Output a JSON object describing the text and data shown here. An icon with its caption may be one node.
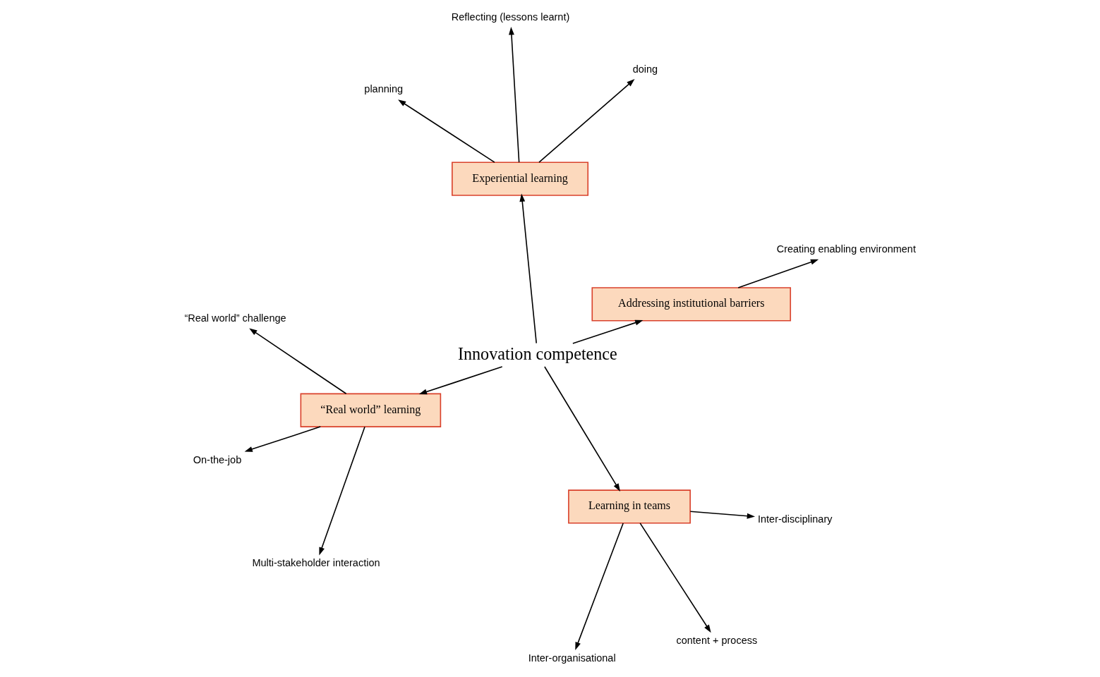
{
  "diagram": {
    "nodes": [
      {
        "text": [
          "Innovation competence"
        ]
      },
      {
        "text": [
          "“Real world” learning"
        ]
      },
      {
        "text": [
          "Learning in teams"
        ]
      },
      {
        "text": [
          "Experiential learning"
        ]
      },
      {
        "text": [
          "Addressing institutional barriers"
        ]
      },
      {
        "text": [
          "“Real world” challenge"
        ]
      },
      {
        "text": [
          "On-the-job"
        ]
      },
      {
        "text": [
          "Multi-stakeholder interaction"
        ]
      },
      {
        "text": [
          "Inter-organisational"
        ]
      },
      {
        "text": [
          "content + process"
        ]
      },
      {
        "text": [
          "Inter-disciplinary"
        ]
      },
      {
        "text": [
          "planning"
        ]
      },
      {
        "text": [
          "doing"
        ]
      },
      {
        "text": [
          "Reflecting (lessons learnt)"
        ]
      },
      {
        "text": [
          "Creating enabling environment"
        ]
      }
    ],
    "edges": [
      {
        "from": 0,
        "to": 1,
        "arrow": "to"
      },
      {
        "from": 0,
        "to": 2,
        "arrow": "to"
      },
      {
        "from": 0,
        "to": 3,
        "arrow": "to"
      },
      {
        "from": 0,
        "to": 4,
        "arrow": "to"
      },
      {
        "from": 1,
        "to": 5,
        "arrow": "to"
      },
      {
        "from": 1,
        "to": 6,
        "arrow": "to"
      },
      {
        "from": 1,
        "to": 7,
        "arrow": "to"
      },
      {
        "from": 2,
        "to": 8,
        "arrow": "to"
      },
      {
        "from": 2,
        "to": 9,
        "arrow": "to"
      },
      {
        "from": 2,
        "to": 10,
        "arrow": "to"
      },
      {
        "from": 3,
        "to": 11,
        "arrow": "to"
      },
      {
        "from": 3,
        "to": 12,
        "arrow": "to"
      },
      {
        "from": 3,
        "to": 13,
        "arrow": "to"
      },
      {
        "from": 4,
        "to": 14,
        "arrow": "to"
      }
    ]
  }
}
